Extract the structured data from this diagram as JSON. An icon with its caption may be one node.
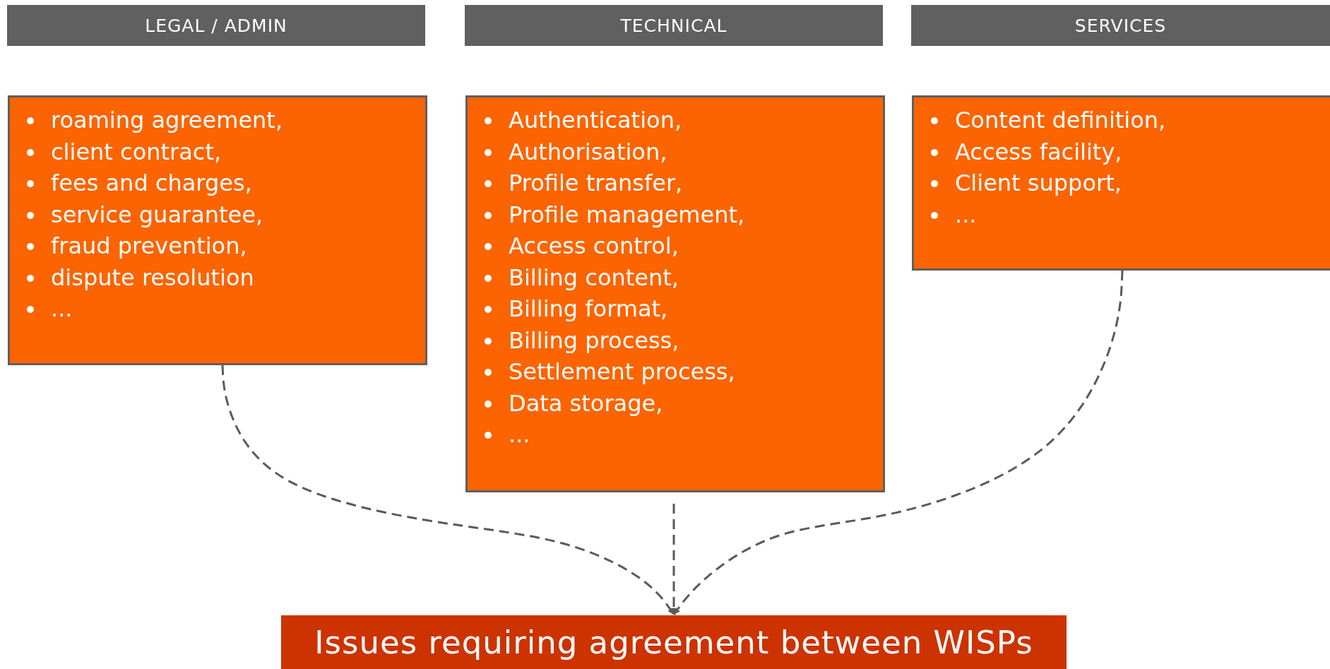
{
  "diagram": {
    "nodes": [
      {
        "text": [
          "LEGAL / ADMIN"
        ]
      },
      {
        "text": [
          "roaming agreement,",
          "client contract,",
          "fees and charges,",
          "service guarantee,",
          "fraud prevention,",
          "dispute resolution",
          "..."
        ]
      },
      {
        "text": [
          "TECHNICAL"
        ]
      },
      {
        "text": [
          "Authentication,",
          "Authorisation,",
          "Profile transfer,",
          "Profile management,",
          "Access control,",
          "Billing content,",
          "Billing format,",
          "Billing process,",
          "Settlement process,",
          "Data storage,",
          "..."
        ]
      },
      {
        "text": [
          "SERVICES"
        ]
      },
      {
        "text": [
          "Content definition,",
          "Access facility,",
          "Client support,",
          "..."
        ]
      },
      {
        "text": [
          "Issues requiring agreement between WISPs"
        ]
      }
    ],
    "edges": [
      {
        "from": 1,
        "to": 6,
        "arrow": "to",
        "style": "dashed"
      },
      {
        "from": 3,
        "to": 6,
        "arrow": "to",
        "style": "dashed"
      },
      {
        "from": 5,
        "to": 6,
        "arrow": "to",
        "style": "dashed"
      }
    ]
  }
}
